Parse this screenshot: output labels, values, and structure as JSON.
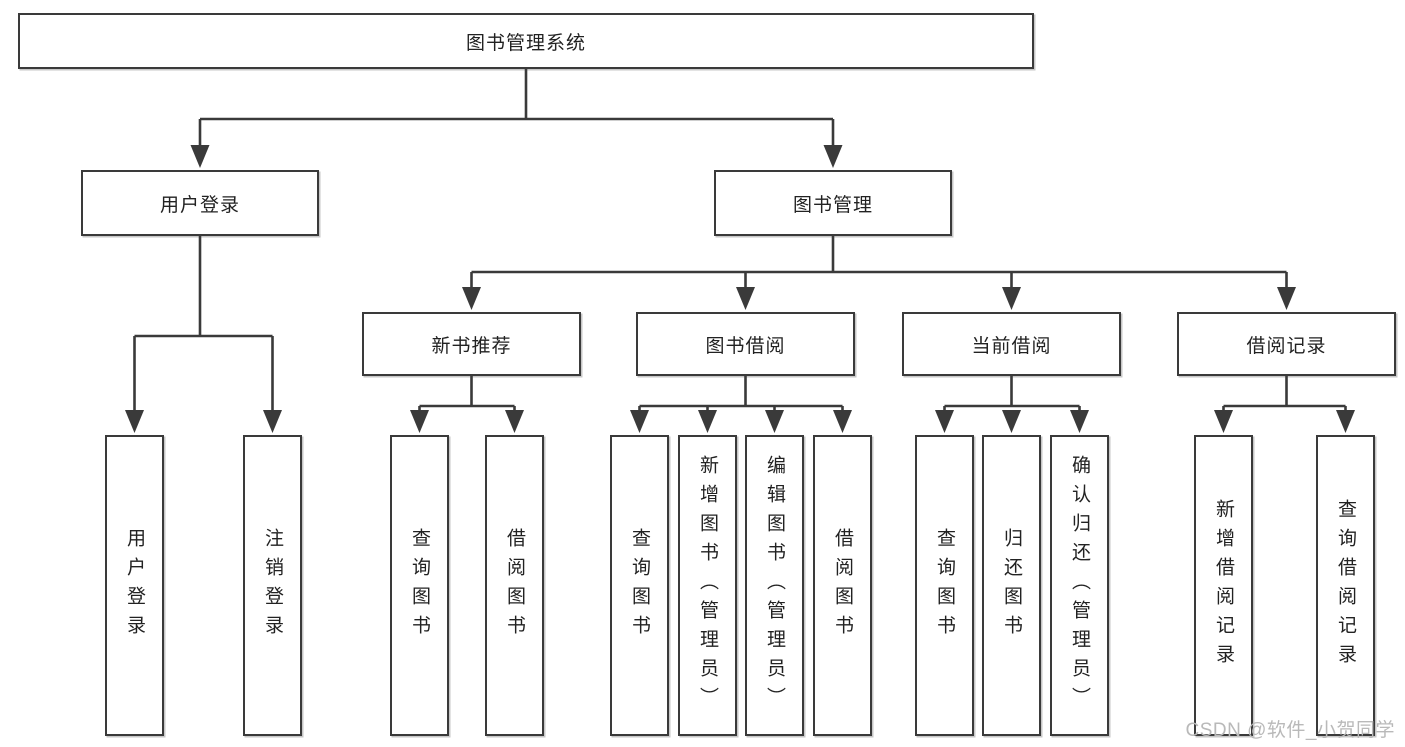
{
  "colors": {
    "line": "#3a3a3a",
    "box_border": "#3a3a3a",
    "text": "#222222",
    "watermark": "#b9b9b9",
    "background": "#ffffff"
  },
  "tree": {
    "root": "图书管理系统",
    "children": [
      {
        "label": "用户登录",
        "children": [
          "用户登录",
          "注销登录"
        ]
      },
      {
        "label": "图书管理",
        "children": [
          {
            "label": "新书推荐",
            "children": [
              "查询图书",
              "借阅图书"
            ]
          },
          {
            "label": "图书借阅",
            "children": [
              "查询图书",
              "新增图书（管理员）",
              "编辑图书（管理员）",
              "借阅图书"
            ]
          },
          {
            "label": "当前借阅",
            "children": [
              "查询图书",
              "归还图书",
              "确认归还（管理员）"
            ]
          },
          {
            "label": "借阅记录",
            "children": [
              "新增借阅记录",
              "查询借阅记录"
            ]
          }
        ]
      }
    ]
  },
  "watermark": {
    "text": "CSDN @软件_小贺同学"
  }
}
